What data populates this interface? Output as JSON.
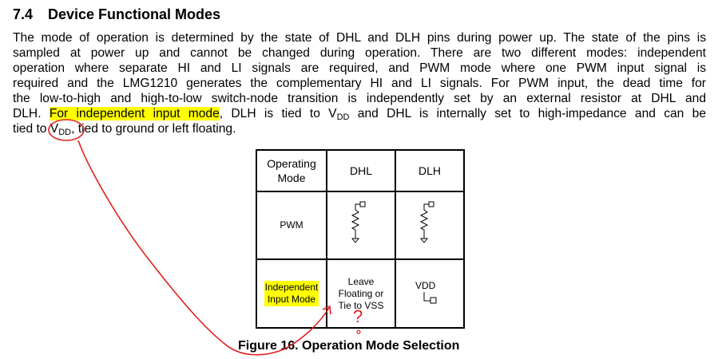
{
  "section": {
    "number": "7.4",
    "title": "Device Functional Modes"
  },
  "paragraph": {
    "line1": "The mode of operation is determined by the state of DHL and DLH pins during power up. The state of the pins is",
    "line2": "sampled at power up and cannot be changed during operation. There are two different modes: independent",
    "line3": "operation where separate HI and LI signals are required, and PWM mode where one PWM input signal is",
    "line4": "required and the LMG1210 generates the complementary HI and LI signals. For PWM input, the dead time for",
    "line5": "the low-to-high and high-to-low switch-node transition is independently set by an external resistor at DHL and",
    "line6_pre": "DLH. ",
    "line6_highlight": "For independent input mode",
    "line6_mid": ", DLH is tied to V",
    "line6_sub": "DD",
    "line6_post": " and DHL is internally set to high-impedance and can be",
    "line7_pre": "tied to V",
    "line7_sub": "DD",
    "line7_post": ", tied to ground or left floating."
  },
  "table": {
    "header": {
      "mode": "Operating Mode",
      "dhl": "DHL",
      "dlh": "DLH"
    },
    "pwm_row": {
      "mode": "PWM",
      "dhl_icon": "resistor-to-ground-icon",
      "dlh_icon": "resistor-to-ground-icon"
    },
    "independent_row": {
      "mode_line1": "Independent",
      "mode_line2": "Input Mode",
      "dhl_line1": "Leave",
      "dhl_line2": "Floating or",
      "dhl_line3": "Tie to VSS",
      "dlh_label": "VDD",
      "dlh_icon": "vdd-tie-icon"
    }
  },
  "caption": "Figure 16.  Operation Mode Selection",
  "annotation": {
    "question_mark": "?",
    "ink_color": "#e02020",
    "highlight_color": "#ffff00"
  }
}
